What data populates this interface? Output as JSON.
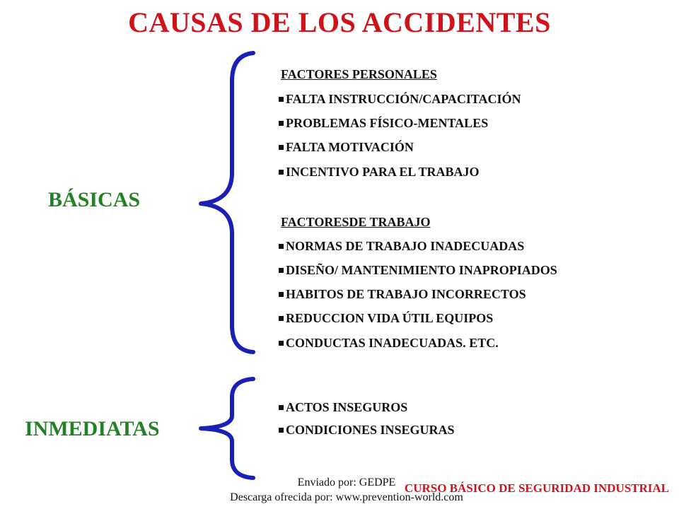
{
  "colors": {
    "title": "#d0121b",
    "group_label": "#238025",
    "brace": "#1a1fb5",
    "course": "#d0121b",
    "text": "#111111"
  },
  "title": "CAUSAS DE LOS ACCIDENTES",
  "groups": {
    "basicas": {
      "label": "BÁSICAS",
      "personal": {
        "heading": "FACTORES PERSONALES",
        "items": [
          "FALTA INSTRUCCIÓN/CAPACITACIÓN",
          "PROBLEMAS FÍSICO-MENTALES",
          "FALTA MOTIVACIÓN",
          "INCENTIVO PARA EL TRABAJO"
        ]
      },
      "trabajo": {
        "heading": "FACTORESDE TRABAJO",
        "items": [
          "NORMAS DE TRABAJO INADECUADAS",
          "DISEÑO/ MANTENIMIENTO INAPROPIADOS",
          "HABITOS DE TRABAJO INCORRECTOS",
          "REDUCCION VIDA ÚTIL EQUIPOS",
          "CONDUCTAS INADECUADAS. ETC."
        ]
      }
    },
    "inmediatas": {
      "label": "INMEDIATAS",
      "items": [
        "ACTOS INSEGUROS",
        "CONDICIONES INSEGURAS"
      ]
    }
  },
  "footer": {
    "sent_by": "Enviado por: GEDPE",
    "download": "Descarga ofrecida por: www.prevention-world.com",
    "course": "CURSO BÁSICO DE SEGURIDAD INDUSTRIAL"
  }
}
